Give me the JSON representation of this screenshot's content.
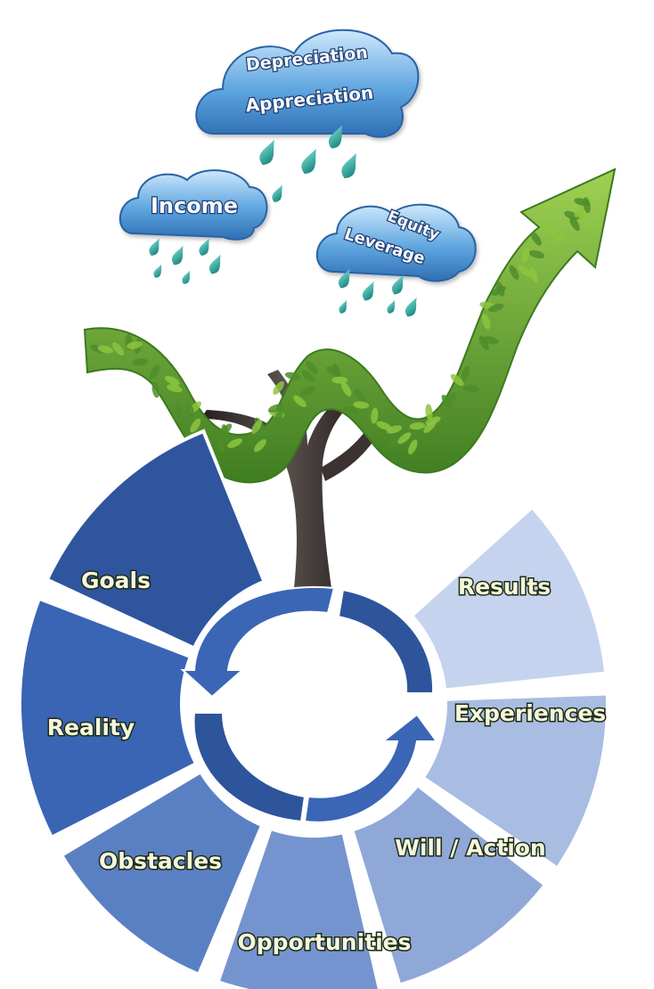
{
  "clouds": {
    "top": {
      "line1": "Depreciation",
      "line2": "Appreciation"
    },
    "left": {
      "label": "Income"
    },
    "right": {
      "line1": "Equity",
      "line2": "Leverage"
    }
  },
  "cycle": {
    "segments": {
      "goals": "Goals",
      "reality": "Reality",
      "obstacles": "Obstacles",
      "opportunities": "Opportunities",
      "will_action": "Will / Action",
      "experiences": "Experiences",
      "results": "Results"
    }
  },
  "colors": {
    "goals": "#2f559e",
    "reality": "#3a65b4",
    "obstacles": "#5a80c4",
    "opportunities": "#7594cf",
    "will_action": "#90a8d8",
    "experiences": "#a9bde2",
    "results": "#c5d3ee",
    "leaf_dark": "#4e8d2a",
    "leaf_light": "#8dc43f",
    "trunk": "#3a3331",
    "cloud": "#4f97d6",
    "drop": "#1aa39a",
    "inner_arrow": "#3b65b5"
  }
}
